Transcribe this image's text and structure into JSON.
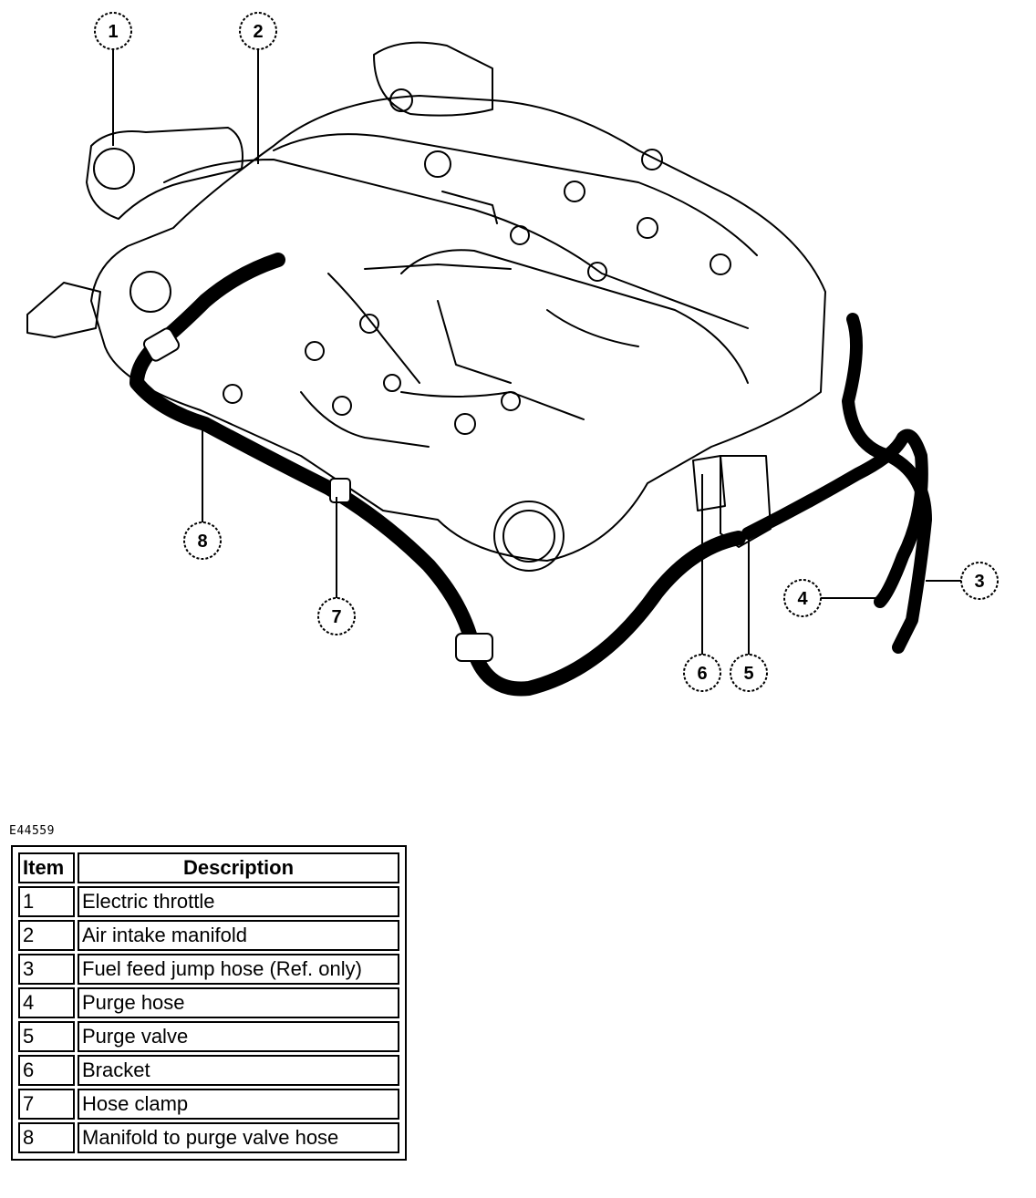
{
  "diagram": {
    "callouts": [
      "1",
      "2",
      "3",
      "4",
      "5",
      "6",
      "7",
      "8"
    ]
  },
  "reference_code": "E44559",
  "legend": {
    "headers": {
      "item": "Item",
      "description": "Description"
    },
    "rows": [
      {
        "item": "1",
        "description": "Electric throttle"
      },
      {
        "item": "2",
        "description": "Air intake manifold"
      },
      {
        "item": "3",
        "description": "Fuel feed jump hose (Ref. only)"
      },
      {
        "item": "4",
        "description": "Purge hose"
      },
      {
        "item": "5",
        "description": "Purge valve"
      },
      {
        "item": "6",
        "description": "Bracket"
      },
      {
        "item": "7",
        "description": "Hose clamp"
      },
      {
        "item": "8",
        "description": "Manifold to purge valve hose"
      }
    ]
  }
}
